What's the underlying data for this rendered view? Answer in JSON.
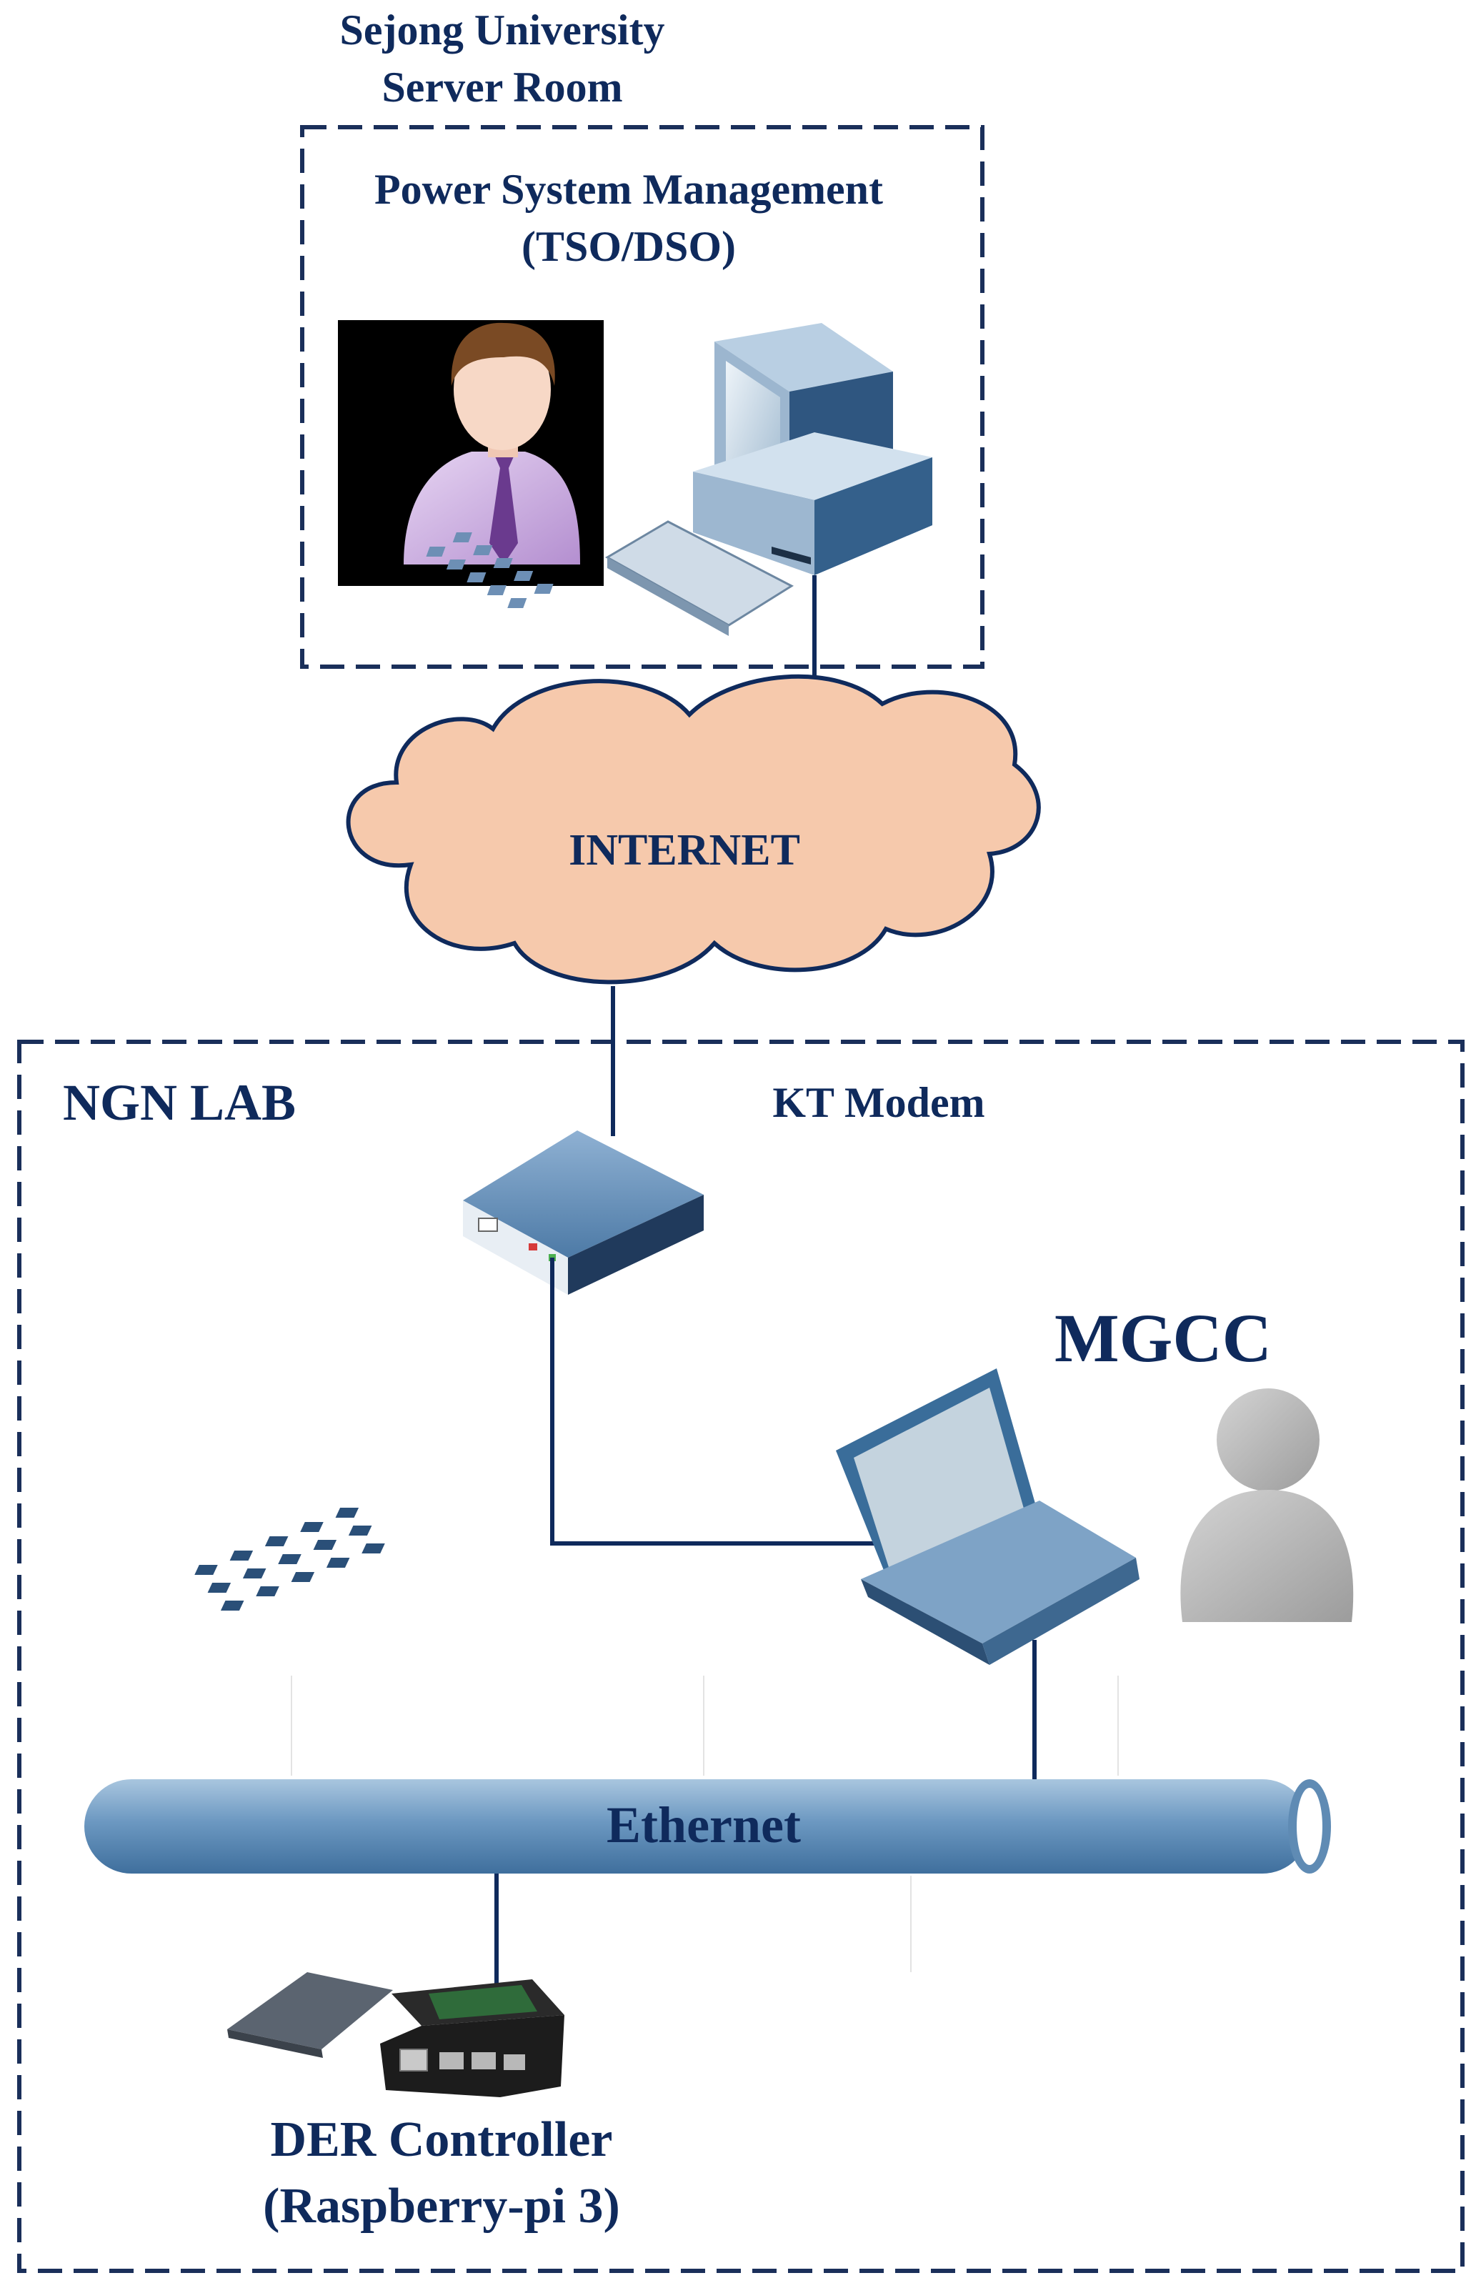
{
  "server_room": {
    "location_line1": "Sejong University",
    "location_line2": "Server Room",
    "title_line1": "Power System Management",
    "title_line2": "(TSO/DSO)"
  },
  "internet": {
    "label": "INTERNET"
  },
  "lab": {
    "title": "NGN LAB",
    "modem_label": "KT Modem",
    "mgcc_label": "MGCC",
    "ethernet_label": "Ethernet",
    "der_line1": "DER Controller",
    "der_line2": "(Raspberry-pi 3)"
  },
  "colors": {
    "text": "#0f2a5c",
    "dashed_border": "#1a2f5a",
    "cloud_fill": "#f6c9ac",
    "ethernet_bus": "#6a98c0"
  }
}
